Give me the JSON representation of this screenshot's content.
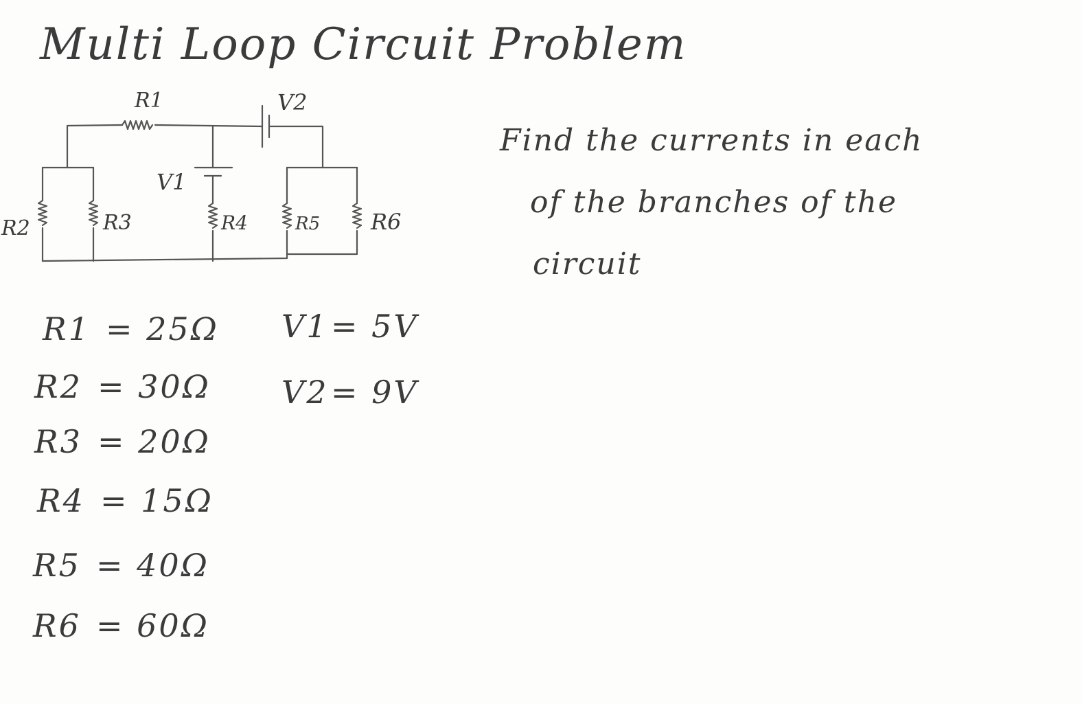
{
  "title": "Multi Loop Circuit Problem",
  "instructions": [
    "Find the currents in each",
    "of the branches of the",
    "circuit"
  ],
  "circuit_labels": {
    "r1": "R1",
    "r2": "R2",
    "r3": "R3",
    "r4": "R4",
    "r5": "R5",
    "r6": "R6",
    "v1": "V1",
    "v2": "V2"
  },
  "given_values": {
    "resistors": [
      {
        "symbol": "R1",
        "value": "= 25Ω"
      },
      {
        "symbol": "R2",
        "value": "= 30Ω"
      },
      {
        "symbol": "R3",
        "value": "= 20Ω"
      },
      {
        "symbol": "R4",
        "value": "= 15Ω"
      },
      {
        "symbol": "R5",
        "value": "= 40Ω"
      },
      {
        "symbol": "R6",
        "value": "= 60Ω"
      }
    ],
    "voltages": [
      {
        "symbol": "V1",
        "value": "= 5V"
      },
      {
        "symbol": "V2",
        "value": "= 9V"
      }
    ]
  },
  "colors": {
    "ink": "#3b3b3b",
    "paper": "#fdfdfb"
  }
}
